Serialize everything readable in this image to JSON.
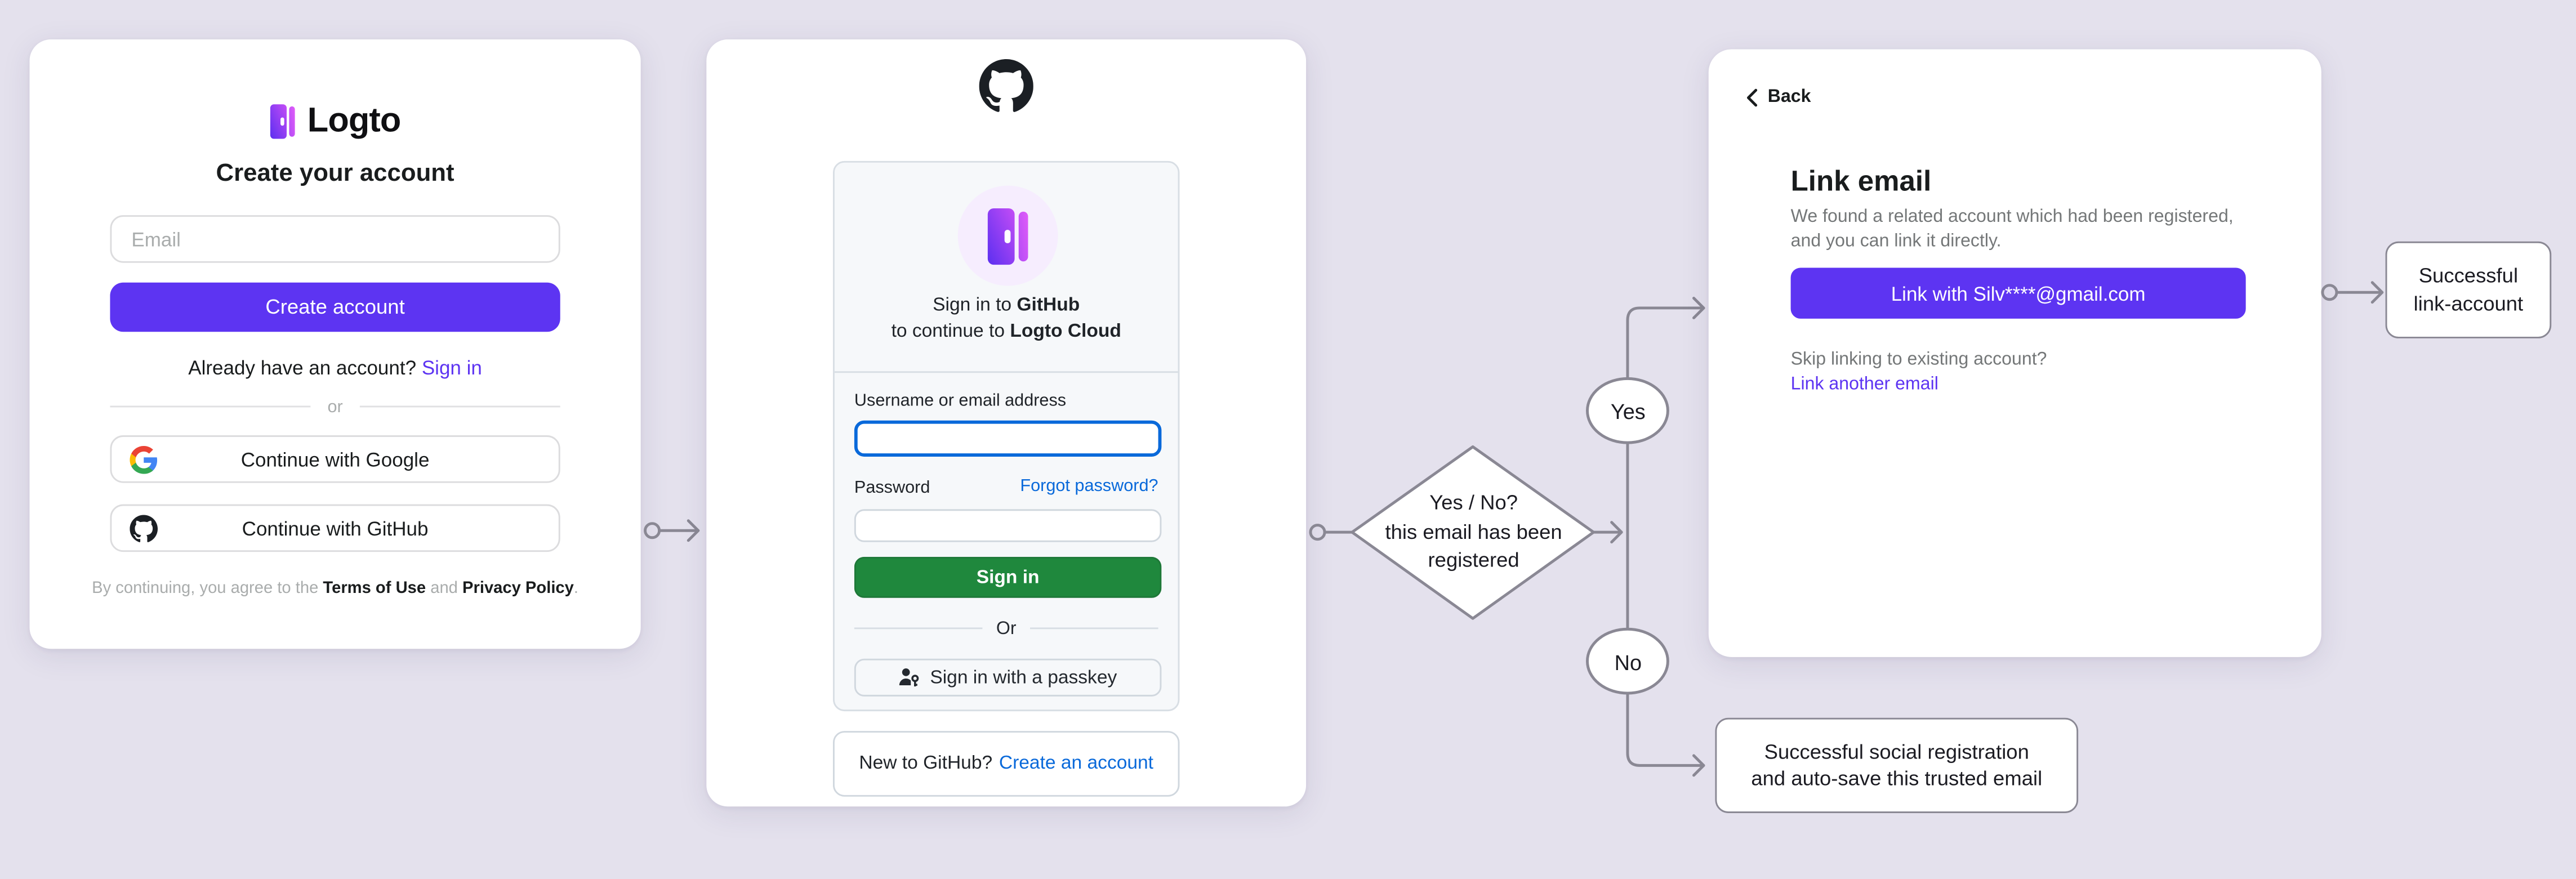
{
  "colors": {
    "background": "#e4e1ed",
    "logto_purple": "#5d34f2",
    "github_green": "#1f883d",
    "github_blue": "#0969da",
    "flow_stroke": "#8a8894"
  },
  "logto_card": {
    "brand": "Logto",
    "title": "Create your account",
    "email_placeholder": "Email",
    "create_button": "Create account",
    "signin_prompt": "Already have an account?",
    "signin_link": "Sign in",
    "divider": "or",
    "google_button": "Continue with Google",
    "github_button": "Continue with GitHub",
    "terms_prefix": "By continuing, you agree to the",
    "terms_link1": "Terms of Use",
    "terms_and": "and",
    "terms_link2": "Privacy Policy",
    "terms_period": "."
  },
  "github_card": {
    "signin_to": "Sign in to",
    "signin_to_bold": "GitHub",
    "continue_to": "to continue to",
    "continue_to_bold": "Logto Cloud",
    "username_label": "Username or email address",
    "password_label": "Password",
    "forgot_link": "Forgot password?",
    "signin_button": "Sign in",
    "divider": "Or",
    "passkey_button": "Sign in with a passkey",
    "new_prompt": "New to GitHub?",
    "create_link": "Create an account"
  },
  "link_panel": {
    "back_label": "Back",
    "title": "Link email",
    "description": "We found a related account which had been registered, and you can link it directly.",
    "link_button": "Link with Silv****@gmail.com",
    "skip_text": "Skip linking to existing account?",
    "link_another": "Link another email"
  },
  "flow": {
    "decision_line1": "Yes / No?",
    "decision_line2": "this email has been",
    "decision_line3": "registered",
    "yes_label": "Yes",
    "no_label": "No",
    "outcome_link_line1": "Successful",
    "outcome_link_line2": "link-account",
    "outcome_social_line1": "Successful social registration",
    "outcome_social_line2": "and auto-save this trusted email"
  }
}
